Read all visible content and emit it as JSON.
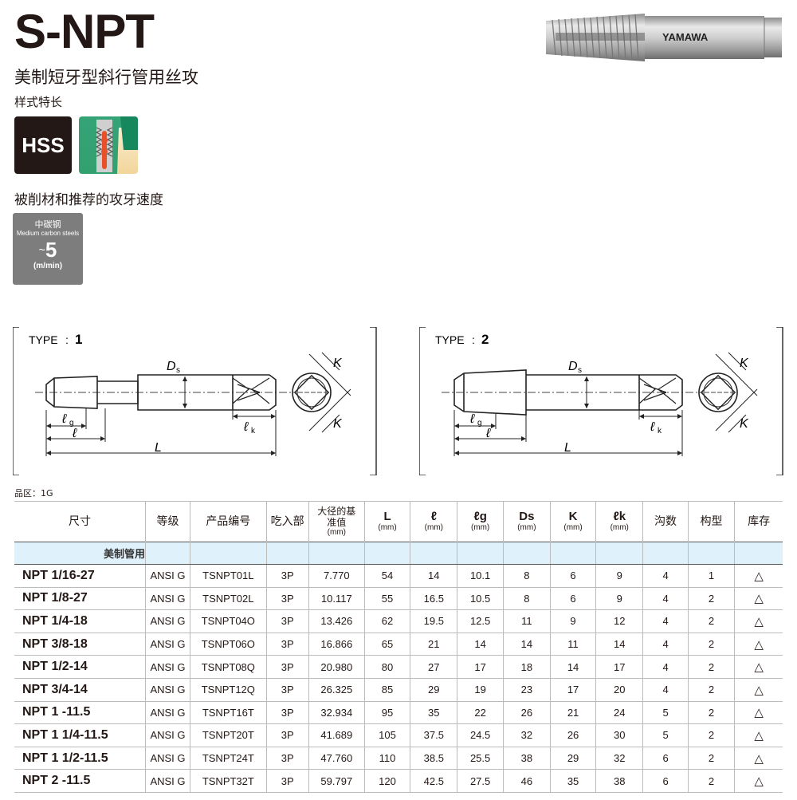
{
  "header": {
    "title": "S-NPT",
    "subtitle": "美制短牙型斜行管用丝攻",
    "style_label": "样式特长",
    "badge_material": "HSS",
    "tap_brand": "YAMAWA"
  },
  "speed": {
    "title": "被削材和推荐的攻牙速度",
    "material_cn": "中碳钢",
    "material_en": "Medium carbon steels",
    "tilde": "~",
    "value": "5",
    "unit": "(m/min)"
  },
  "diagrams": {
    "type1_label": "TYPE",
    "type1_colon": ":",
    "type1_num": "1",
    "type2_label": "TYPE",
    "type2_colon": ":",
    "type2_num": "2",
    "dim_Ds": "D",
    "dim_Ds_sub": "s",
    "dim_K": "K",
    "dim_lg": "ℓ",
    "dim_lg_sub": "g",
    "dim_l": "ℓ",
    "dim_lk": "ℓ",
    "dim_lk_sub": "k",
    "dim_L": "L"
  },
  "region": "品区：1G",
  "table": {
    "headers": [
      {
        "main": "尺寸"
      },
      {
        "main": "等级"
      },
      {
        "main": "产品编号"
      },
      {
        "main": "吃入部"
      },
      {
        "main": "大径的基准值",
        "unit": "(mm)"
      },
      {
        "sym": "L",
        "unit": "(mm)"
      },
      {
        "sym": "ℓ",
        "unit": "(mm)"
      },
      {
        "sym": "ℓg",
        "unit": "(mm)"
      },
      {
        "sym": "Ds",
        "unit": "(mm)"
      },
      {
        "sym": "K",
        "unit": "(mm)"
      },
      {
        "sym": "ℓk",
        "unit": "(mm)"
      },
      {
        "main": "沟数"
      },
      {
        "main": "构型"
      },
      {
        "main": "库存"
      }
    ],
    "category": "美制管用",
    "rows": [
      [
        "NPT 1/16-27",
        "ANSI G",
        "TSNPT01L",
        "3P",
        "7.770",
        "54",
        "14",
        "10.1",
        "8",
        "6",
        "9",
        "4",
        "1",
        "△"
      ],
      [
        "NPT 1/8-27",
        "ANSI G",
        "TSNPT02L",
        "3P",
        "10.117",
        "55",
        "16.5",
        "10.5",
        "8",
        "6",
        "9",
        "4",
        "2",
        "△"
      ],
      [
        "NPT 1/4-18",
        "ANSI G",
        "TSNPT04O",
        "3P",
        "13.426",
        "62",
        "19.5",
        "12.5",
        "11",
        "9",
        "12",
        "4",
        "2",
        "△"
      ],
      [
        "NPT 3/8-18",
        "ANSI G",
        "TSNPT06O",
        "3P",
        "16.866",
        "65",
        "21",
        "14",
        "14",
        "11",
        "14",
        "4",
        "2",
        "△"
      ],
      [
        "NPT 1/2-14",
        "ANSI G",
        "TSNPT08Q",
        "3P",
        "20.980",
        "80",
        "27",
        "17",
        "18",
        "14",
        "17",
        "4",
        "2",
        "△"
      ],
      [
        "NPT 3/4-14",
        "ANSI G",
        "TSNPT12Q",
        "3P",
        "26.325",
        "85",
        "29",
        "19",
        "23",
        "17",
        "20",
        "4",
        "2",
        "△"
      ],
      [
        "NPT 1 -11.5",
        "ANSI G",
        "TSNPT16T",
        "3P",
        "32.934",
        "95",
        "35",
        "22",
        "26",
        "21",
        "24",
        "5",
        "2",
        "△"
      ],
      [
        "NPT 1 1/4-11.5",
        "ANSI G",
        "TSNPT20T",
        "3P",
        "41.689",
        "105",
        "37.5",
        "24.5",
        "32",
        "26",
        "30",
        "5",
        "2",
        "△"
      ],
      [
        "NPT 1 1/2-11.5",
        "ANSI G",
        "TSNPT24T",
        "3P",
        "47.760",
        "110",
        "38.5",
        "25.5",
        "38",
        "29",
        "32",
        "6",
        "2",
        "△"
      ],
      [
        "NPT 2 -11.5",
        "ANSI G",
        "TSNPT32T",
        "3P",
        "59.797",
        "120",
        "42.5",
        "27.5",
        "46",
        "35",
        "38",
        "6",
        "2",
        "△"
      ]
    ]
  },
  "colors": {
    "text": "#231815",
    "category_bg": "#dff2fb",
    "speed_box": "#7d7d7d",
    "pipe_green": "#1e9a6a",
    "pipe_orange": "#e8502a"
  },
  "icons": {
    "badge_pipe": "tapered-pipe-thread-icon",
    "tap_photo": "pipe-tap-image"
  }
}
